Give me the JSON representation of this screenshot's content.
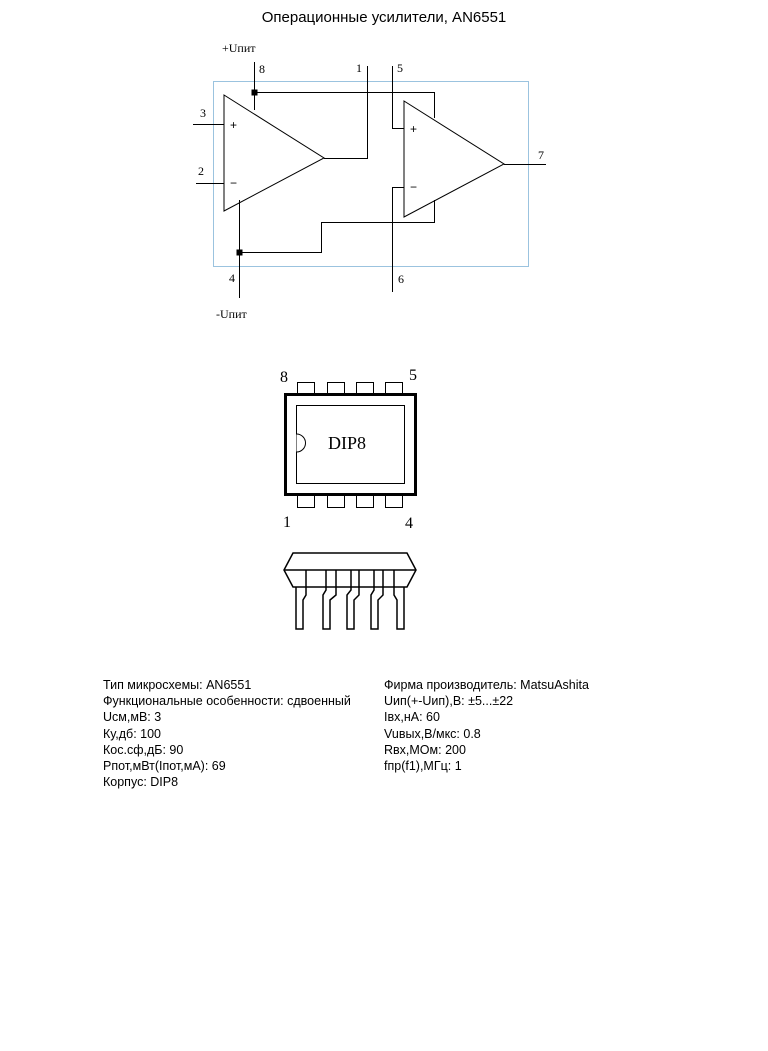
{
  "title": "Операционные усилители, AN6551",
  "schematic": {
    "supply_pos": "+Uпит",
    "supply_neg": "-Uпит",
    "pin_labels": {
      "p1": "1",
      "p2": "2",
      "p3": "3",
      "p4": "4",
      "p5": "5",
      "p6": "6",
      "p7": "7",
      "p8": "8"
    },
    "plus_sign": "+",
    "minus_sign": "−"
  },
  "package": {
    "name": "DIP8",
    "corner_labels": {
      "top_left": "8",
      "top_right": "5",
      "bottom_left": "1",
      "bottom_right": "4"
    }
  },
  "specs_left": [
    "Тип микросхемы: AN6551",
    "Функциональные особенности: сдвоенный",
    "Uсм,мВ: 3",
    "Ку,дб: 100",
    "Кос.сф,дБ: 90",
    "Рпот,мВт(Iпот,мА): 69",
    "Корпус: DIP8"
  ],
  "specs_right": [
    "Фирма производитель: MatsuAshita",
    "Uип(+-Uип),В: ±5...±22",
    "Iвх,нА: 60",
    "Vuвых,В/мкс: 0.8",
    "Rвх,МОм: 200",
    "fпр(f1),МГц: 1"
  ],
  "colors": {
    "frame": "#9bc3df",
    "ink": "#000000"
  }
}
